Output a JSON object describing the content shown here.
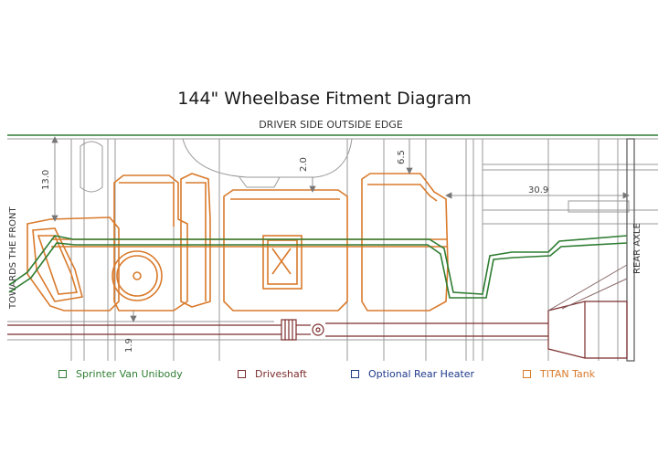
{
  "title": "144\" Wheelbase Fitment Diagram",
  "labels": {
    "driver_side": "DRIVER SIDE OUTSIDE EDGE",
    "towards_front": "TOWARDS THE FRONT",
    "rear_axle": "REAR AXLE"
  },
  "dimensions": {
    "d1": "13.0",
    "d2": "2.0",
    "d3": "6.5",
    "d4": "30.9",
    "d5": "1.9"
  },
  "legend": [
    {
      "label": "Sprinter Van Unibody",
      "color": "#2e7d32"
    },
    {
      "label": "Driveshaft",
      "color": "#7b2c2c"
    },
    {
      "label": "Optional Rear Heater",
      "color": "#1e3a8a"
    },
    {
      "label": "TITAN Tank",
      "color": "#d97a2b"
    }
  ],
  "colors": {
    "unibody": "#2e7d32",
    "driveshaft": "#7b2c2c",
    "tank": "#d97a2b",
    "linework": "#888888"
  }
}
